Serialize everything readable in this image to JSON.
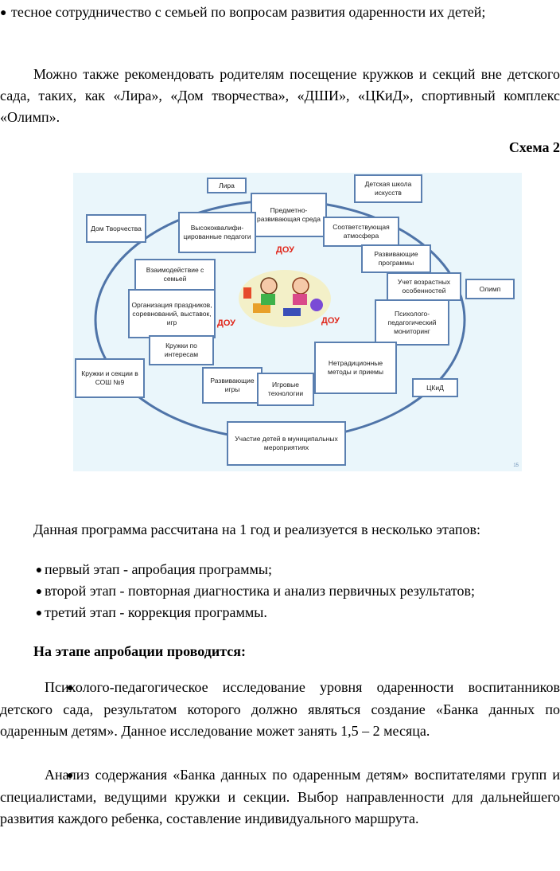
{
  "intro_bullet": "тесное сотрудничество с семьей по вопросам развития одаренности их детей;",
  "recommendation": "Можно также рекомендовать родителям посещение кружков и секций вне детского сада, таких, как «Лира», «Дом творчества», «ДШИ», «ЦКиД», спортивный комплекс «Олимп».",
  "scheme_title": "Схема 2",
  "diagram": {
    "center_label": "ДОУ",
    "boxes": {
      "lira": "Лира",
      "dshi": "Детская школа искусств",
      "dom": "Дом Творчества",
      "pred": "Предметно-развивающая среда",
      "vys": "Высококвалифи-цированные педагоги",
      "sootv": "Соответствующая атмосфера",
      "razv_prog": "Развивающие программы",
      "vzaim": "Взаимодействие с семьей",
      "uchet": "Учет возрастных особенностей",
      "olimp": "Олимп",
      "org": "Организация праздников, соревнований, выставок, игр",
      "psih": "Психолого-педагогический мониторинг",
      "kruzhki_int": "Кружки по интересам",
      "netr": "Нетрадиционные методы и приемы",
      "kruzhki_sosh": "Кружки и секции в СОШ №9",
      "razv_igry": "Развивающие игры",
      "igrovye": "Игровые технологии",
      "ckid": "ЦКиД",
      "uchastie": "Участие детей в муниципальных мероприятиях"
    },
    "page_number": "15"
  },
  "program_intro": "Данная программа рассчитана на 1 год и реализуется в несколько этапов:",
  "stages": [
    "первый этап - апробация программы;",
    "второй этап - повторная диагностика и анализ первичных результатов;",
    "третий этап - коррекция программы."
  ],
  "approbation_heading": "На этапе апробации проводится:",
  "item1": "Психолого-педагогическое исследование уровня одаренности воспитанников детского сада, результатом которого должно являться создание «Банка данных по одаренным детям». Данное исследование может занять 1,5 – 2 месяца.",
  "item2": "Анализ содержания «Банка данных по одаренным детям» воспитателями групп и специалистами, ведущими кружки и секции. Выбор направленности для дальнейшего развития каждого ребенка, составление индивидуального маршрута."
}
